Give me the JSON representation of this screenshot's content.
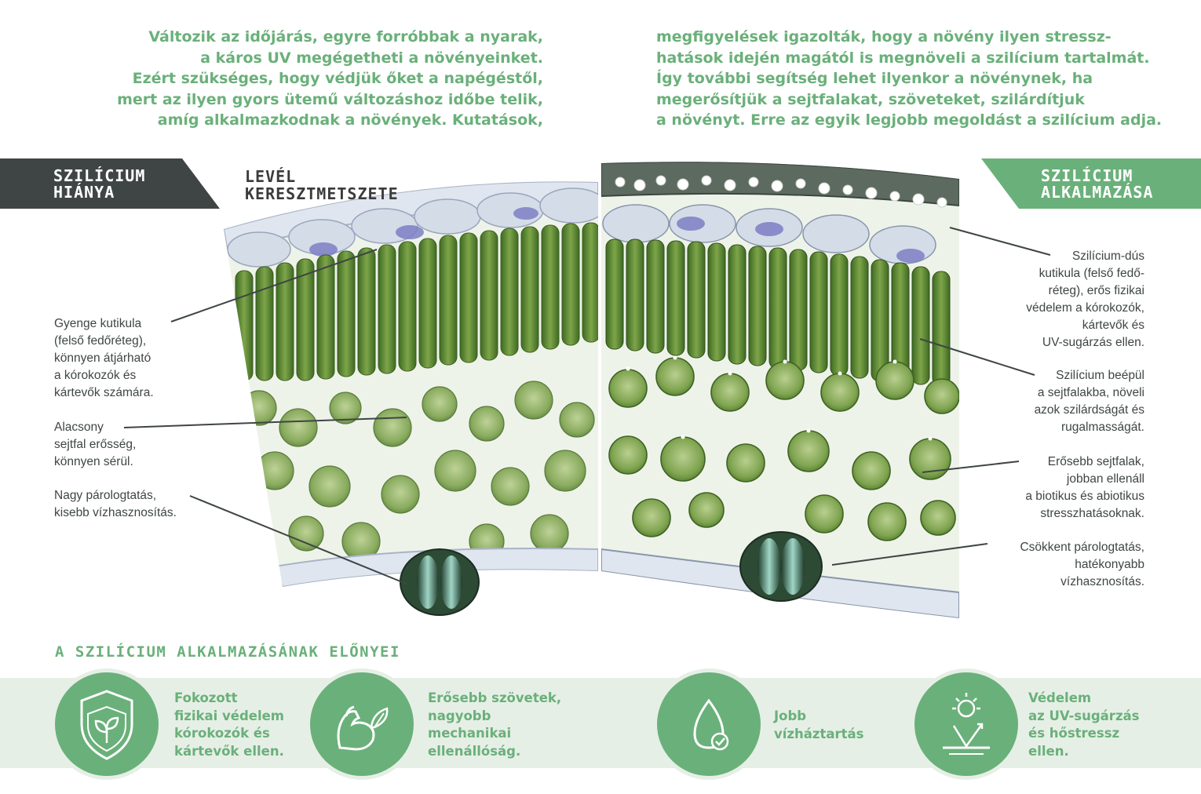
{
  "intro": {
    "left_lines": [
      "Változik az időjárás, egyre forróbbak a nyarak,",
      "a káros UV megégetheti a növényeinket.",
      "Ezért szükséges, hogy védjük őket a napégéstől,",
      "mert az ilyen gyors ütemű változáshoz időbe telik,",
      "amíg alkalmazkodnak a növények. Kutatások,"
    ],
    "right_lines": [
      "megfigyelések igazolták, hogy a növény ilyen stressz-",
      "hatások idején magától is megnöveli a szilícium tartalmát.",
      "Így további segítség lehet ilyenkor a növénynek, ha",
      "megerősítjük a sejtfalakat, szöveteket, szilárdítjuk",
      "a növényt. Erre az egyik legjobb megoldást a szilícium adja."
    ]
  },
  "banners": {
    "left": [
      "SZILÍCIUM",
      "HIÁNYA"
    ],
    "right": [
      "SZILÍCIUM",
      "ALKALMAZÁSA"
    ]
  },
  "diagram_title": [
    "LEVÉL",
    "KERESZTMETSZETE"
  ],
  "callouts_left": [
    {
      "lines": [
        "Gyenge kutikula",
        "(felső fedőréteg),",
        "könnyen átjárható",
        "a kórokozók és",
        "kártevők számára."
      ]
    },
    {
      "lines": [
        "Alacsony",
        "sejtfal erősség,",
        "könnyen sérül."
      ]
    },
    {
      "lines": [
        "Nagy párologtatás,",
        "kisebb vízhasznosítás."
      ]
    }
  ],
  "callouts_right": [
    {
      "lines": [
        "Szilícium-dús",
        "kutikula (felső fedő-",
        "réteg), erős fizikai",
        "védelem a kórokozók,",
        "kártevők és",
        "UV-sugárzás ellen."
      ]
    },
    {
      "lines": [
        "Szilícium beépül",
        "a sejtfalakba, növeli",
        "azok szilárdságát és",
        "rugalmasságát."
      ]
    },
    {
      "lines": [
        "Erősebb sejtfalak,",
        "jobban ellenáll",
        "a biotikus és abiotikus",
        "stresszhatásoknak."
      ]
    },
    {
      "lines": [
        "Csökkent párologtatás,",
        "hatékonyabb",
        "vízhasznosítás."
      ]
    }
  ],
  "benefits_title": "A SZILÍCIUM ALKALMAZÁSÁNAK ELŐNYEI",
  "benefits": [
    {
      "icon": "shield-leaf-icon",
      "lines": [
        "Fokozott",
        "fizikai védelem",
        "kórokozók és",
        "kártevők ellen."
      ]
    },
    {
      "icon": "strong-arm-leaf-icon",
      "lines": [
        "Erősebb szövetek,",
        "nagyobb",
        "mechanikai",
        "ellenállóság."
      ]
    },
    {
      "icon": "water-drop-check-icon",
      "lines": [
        "Jobb",
        "vízháztartás"
      ]
    },
    {
      "icon": "sun-reflection-icon",
      "lines": [
        "Védelem",
        "az UV-sugárzás",
        "és hőstressz",
        "ellen."
      ]
    }
  ],
  "colors": {
    "accent_green": "#6ab07a",
    "dark_banner": "#3f4545",
    "band_bg": "#e6efe6",
    "leaf_green": "#5f8a35"
  }
}
